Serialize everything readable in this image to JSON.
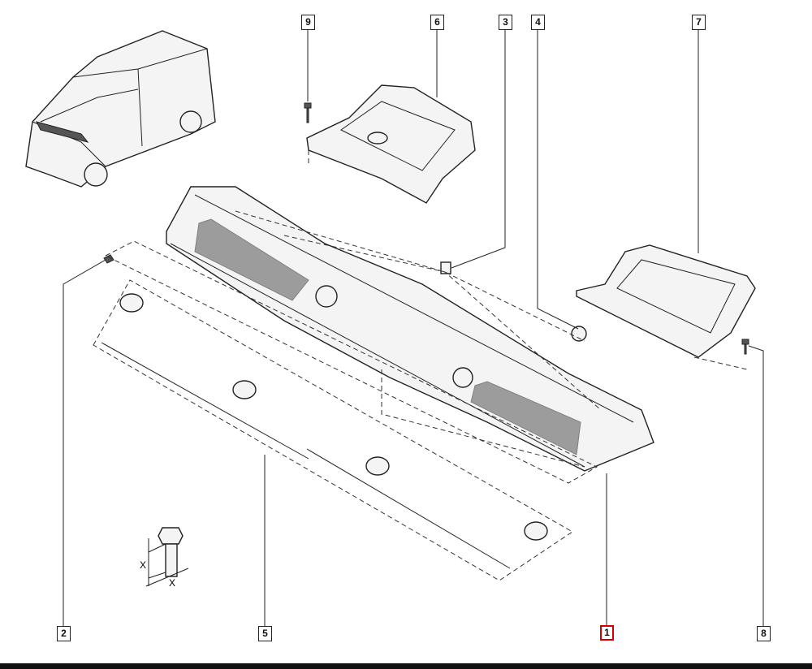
{
  "diagram": {
    "callouts": [
      {
        "id": "9",
        "label": "9"
      },
      {
        "id": "6",
        "label": "6"
      },
      {
        "id": "3",
        "label": "3"
      },
      {
        "id": "4",
        "label": "4"
      },
      {
        "id": "7",
        "label": "7"
      },
      {
        "id": "2",
        "label": "2"
      },
      {
        "id": "5",
        "label": "5"
      },
      {
        "id": "1",
        "label": "1",
        "selected": true
      },
      {
        "id": "8",
        "label": "8"
      }
    ],
    "bolt_dimension_label": "X",
    "selected_color": "#d00000"
  }
}
